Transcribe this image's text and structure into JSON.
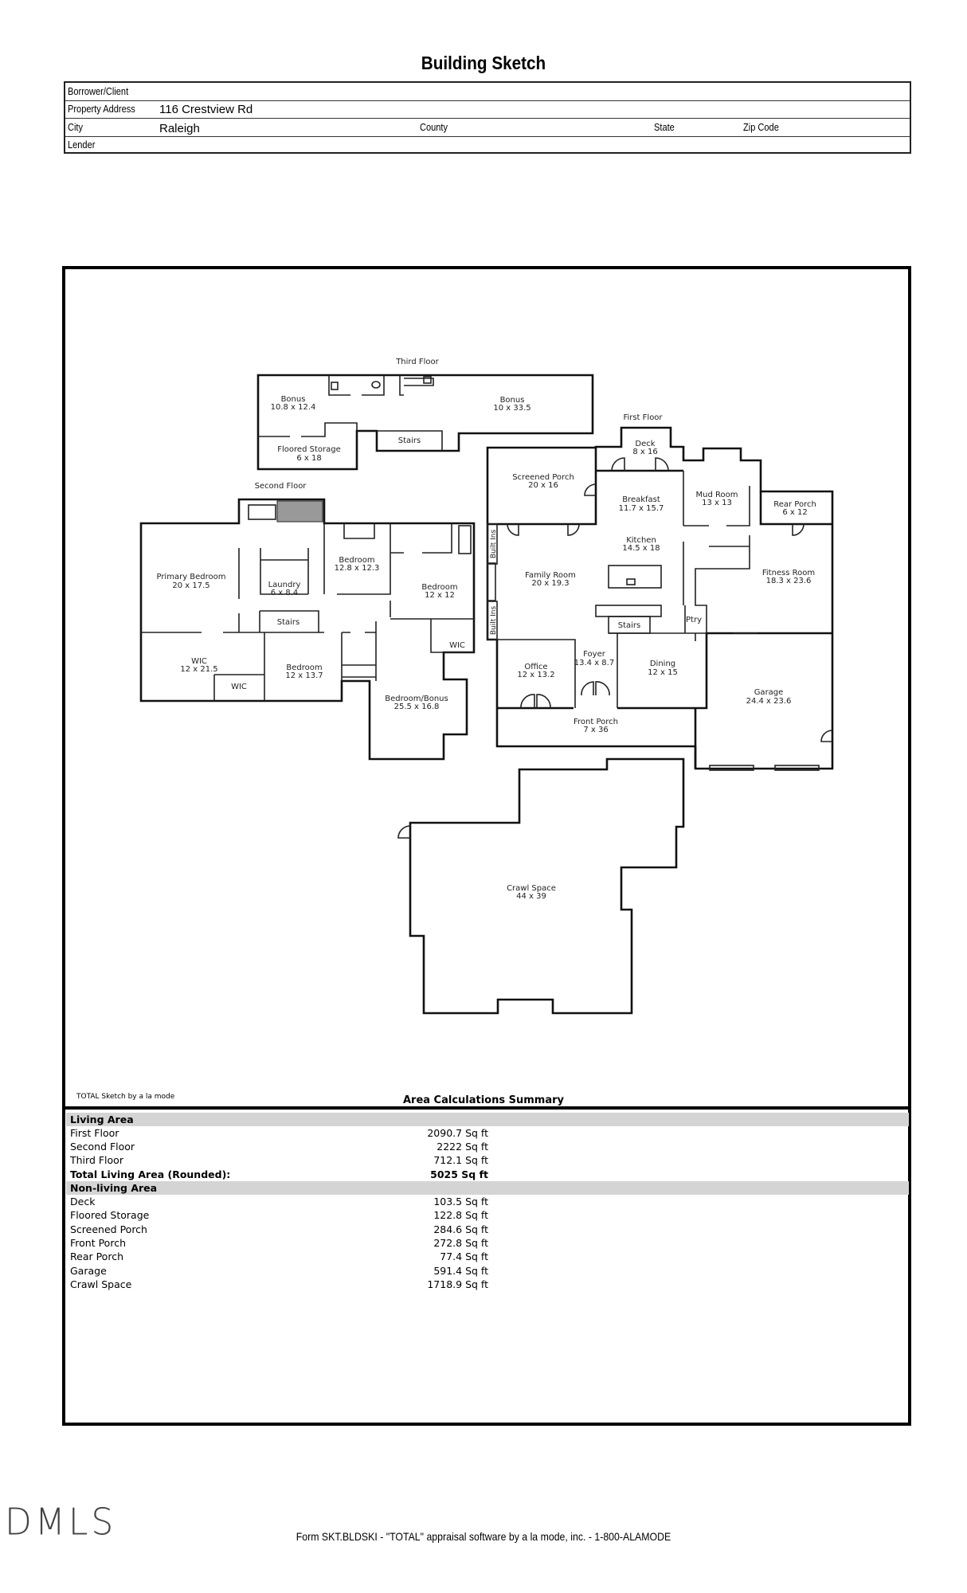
{
  "header": {
    "title": "Building Sketch",
    "borrower_label": "Borrower/Client",
    "address_label": "Property Address",
    "address_value": "116 Crestview Rd",
    "city_label": "City",
    "city_value": "Raleigh",
    "county_label": "County",
    "state_label": "State",
    "zip_label": "Zip Code",
    "lender_label": "Lender"
  },
  "sketch": {
    "third_floor_label": "Third Floor",
    "second_floor_label": "Second Floor",
    "first_floor_label": "First Floor",
    "rooms": {
      "bonus1": {
        "name": "Bonus",
        "dims": "10.8 x 12.4"
      },
      "bonus2": {
        "name": "Bonus",
        "dims": "10 x 33.5"
      },
      "floored_storage": {
        "name": "Floored Storage",
        "dims": "6 x 18"
      },
      "stairs3": {
        "name": "Stairs"
      },
      "primary_bedroom": {
        "name": "Primary Bedroom",
        "dims": "20 x 17.5"
      },
      "laundry": {
        "name": "Laundry",
        "dims": "6 x 8.4"
      },
      "bedroom_a": {
        "name": "Bedroom",
        "dims": "12.8 x 12.3"
      },
      "bedroom_b": {
        "name": "Bedroom",
        "dims": "12 x 12"
      },
      "stairs2": {
        "name": "Stairs"
      },
      "wic_a": {
        "name": "WIC"
      },
      "wic_main": {
        "name": "WIC",
        "dims": "12 x 21.5"
      },
      "wic_b": {
        "name": "WIC"
      },
      "bedroom_c": {
        "name": "Bedroom",
        "dims": "12 x 13.7"
      },
      "bedroom_bonus": {
        "name": "Bedroom/Bonus",
        "dims": "25.5 x 16.8"
      },
      "deck": {
        "name": "Deck",
        "dims": "8 x 16"
      },
      "screened_porch": {
        "name": "Screened Porch",
        "dims": "20 x 16"
      },
      "breakfast": {
        "name": "Breakfast",
        "dims": "11.7 x 15.7"
      },
      "mud_room": {
        "name": "Mud Room",
        "dims": "13 x 13"
      },
      "rear_porch": {
        "name": "Rear Porch",
        "dims": "6 x 12"
      },
      "kitchen": {
        "name": "Kitchen",
        "dims": "14.5 x 18"
      },
      "family_room": {
        "name": "Family Room",
        "dims": "20 x 19.3"
      },
      "fitness_room": {
        "name": "Fitness Room",
        "dims": "18.3 x 23.6"
      },
      "built_ins": {
        "name": "Built Ins"
      },
      "stairs1": {
        "name": "Stairs"
      },
      "pantry": {
        "name": "Ptry"
      },
      "foyer": {
        "name": "Foyer",
        "dims": "13.4 x 8.7"
      },
      "office": {
        "name": "Office",
        "dims": "12 x 13.2"
      },
      "dining": {
        "name": "Dining",
        "dims": "12 x 15"
      },
      "garage": {
        "name": "Garage",
        "dims": "24.4 x 23.6"
      },
      "front_porch": {
        "name": "Front Porch",
        "dims": "7 x 36"
      },
      "crawl_space": {
        "name": "Crawl Space",
        "dims": "44 x 39"
      }
    }
  },
  "summary": {
    "credit": "TOTAL Sketch by a la mode",
    "title": "Area Calculations Summary",
    "living_header": "Living Area",
    "living": [
      {
        "label": "First Floor",
        "value": "2090.7 Sq ft"
      },
      {
        "label": "Second Floor",
        "value": "2222 Sq ft"
      },
      {
        "label": "Third Floor",
        "value": "712.1 Sq ft"
      }
    ],
    "total_label": "Total Living Area (Rounded):",
    "total_value": "5025 Sq ft",
    "nonliving_header": "Non-living Area",
    "nonliving": [
      {
        "label": "Deck",
        "value": "103.5 Sq ft"
      },
      {
        "label": "Floored Storage",
        "value": "122.8 Sq ft"
      },
      {
        "label": "Screened Porch",
        "value": "284.6 Sq ft"
      },
      {
        "label": "Front Porch",
        "value": "272.8 Sq ft"
      },
      {
        "label": "Rear Porch",
        "value": "77.4 Sq ft"
      },
      {
        "label": "Garage",
        "value": "591.4 Sq ft"
      },
      {
        "label": "Crawl Space",
        "value": "1718.9 Sq ft"
      }
    ]
  },
  "footer": {
    "logo": "DMLS",
    "form_text": "Form SKT.BLDSKI - \"TOTAL\" appraisal software by a la mode, inc. - 1-800-ALAMODE"
  }
}
